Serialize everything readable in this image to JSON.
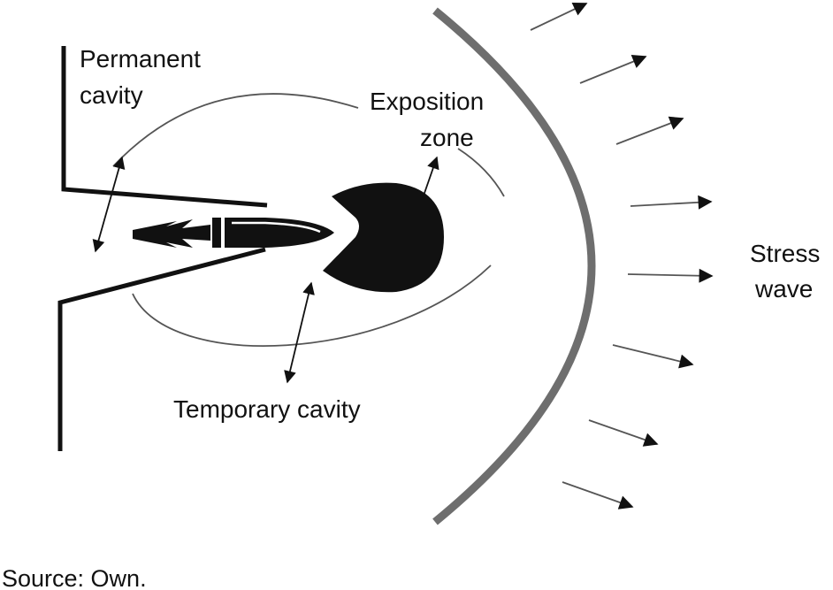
{
  "labels": {
    "permanent_cavity": [
      "Permanent",
      "cavity"
    ],
    "exposition_zone": [
      "Exposition",
      "zone"
    ],
    "temporary_cavity": "Temporary cavity",
    "stress_wave": [
      "Stress",
      "wave"
    ]
  },
  "source": "Source: Own.",
  "colors": {
    "ink": "#111111",
    "wavefront": "#6e6e6e",
    "lines": "#555555"
  }
}
